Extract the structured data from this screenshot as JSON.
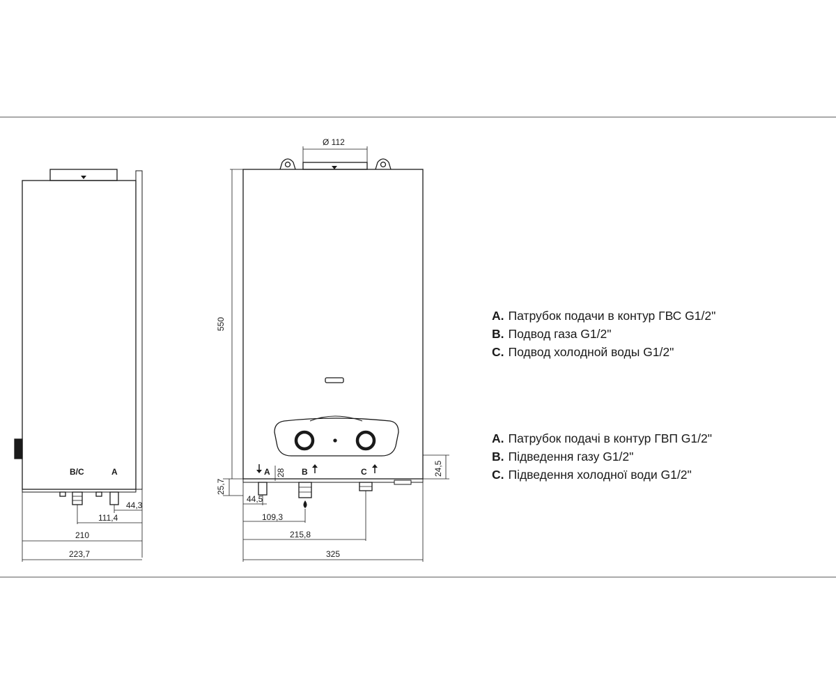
{
  "side_view": {
    "connection_labels": [
      "B/C",
      "A"
    ],
    "dimensions": {
      "d_44_3": "44,3",
      "d_111_4": "111,4",
      "d_210": "210",
      "d_223_7": "223,7"
    }
  },
  "front_view": {
    "connection_labels": {
      "a": "A",
      "b": "B",
      "c": "C"
    },
    "dimensions": {
      "flue_diameter": "Ø 112",
      "height": "550",
      "d_28": "28",
      "d_25_7": "25,7",
      "d_24_5": "24,5",
      "d_44_5": "44,5",
      "d_109_3": "109,3",
      "d_215_8": "215,8",
      "width": "325"
    }
  },
  "legend_ru": [
    {
      "key": "A.",
      "text": "Патрубок подачи в контур ГВС G1/2\""
    },
    {
      "key": "B.",
      "text": "Подвод газа G1/2\""
    },
    {
      "key": "C.",
      "text": "Подвод холодной воды G1/2\""
    }
  ],
  "legend_uk": [
    {
      "key": "A.",
      "text": "Патрубок подачі в контур ГВП G1/2\""
    },
    {
      "key": "B.",
      "text": "Підведення газу G1/2\""
    },
    {
      "key": "C.",
      "text": "Підведення холодної води G1/2\""
    }
  ]
}
